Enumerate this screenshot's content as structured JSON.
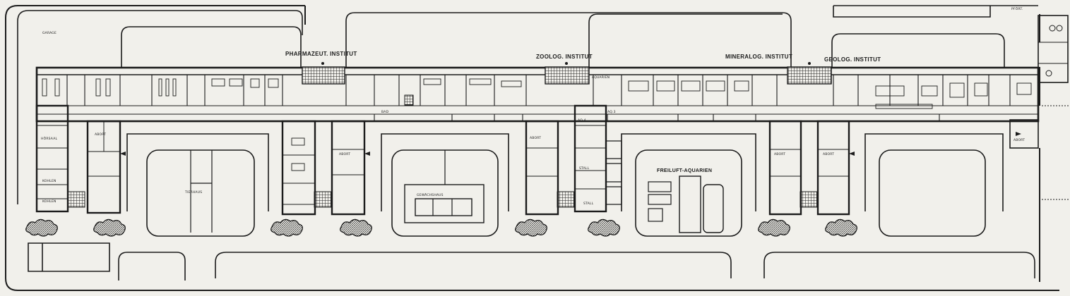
{
  "plan": {
    "labels": {
      "pharmazeut": "PHARMAZEUT. INSTITUT",
      "zoolog": "ZOOLOG. INSTITUT",
      "mineralog": "MINERALOG. INSTITUT",
      "geolog": "GEOLOG. INSTITUT",
      "freiluft": "FREILUFT-AQUARIEN",
      "garage": "GARAGE",
      "pfoerter": "PFÖRT.",
      "abort_1": "ABORT",
      "abort_2": "ABORT",
      "abort_3": "ABORT",
      "abort_4": "ABORT",
      "abort_5": "ABORT",
      "abort_6": "ABORT",
      "stall_1": "STALL",
      "stall_2": "STALL",
      "kohlen_1": "KOHLEN",
      "kohlen_2": "KOHLEN",
      "hoersaal": "HÖRSAAL",
      "bad": "BAD",
      "aquarien": "AQUARIEN",
      "aq4": "AQ.4",
      "aq3": "AQ.3",
      "tierhaus": "TIERHAUS",
      "gewaechshaus": "GEWÄCHSHAUS"
    },
    "colors": {
      "paper": "#f1f0eb",
      "ink": "#1b1b1b",
      "hatch": "#3a3a3a"
    }
  }
}
